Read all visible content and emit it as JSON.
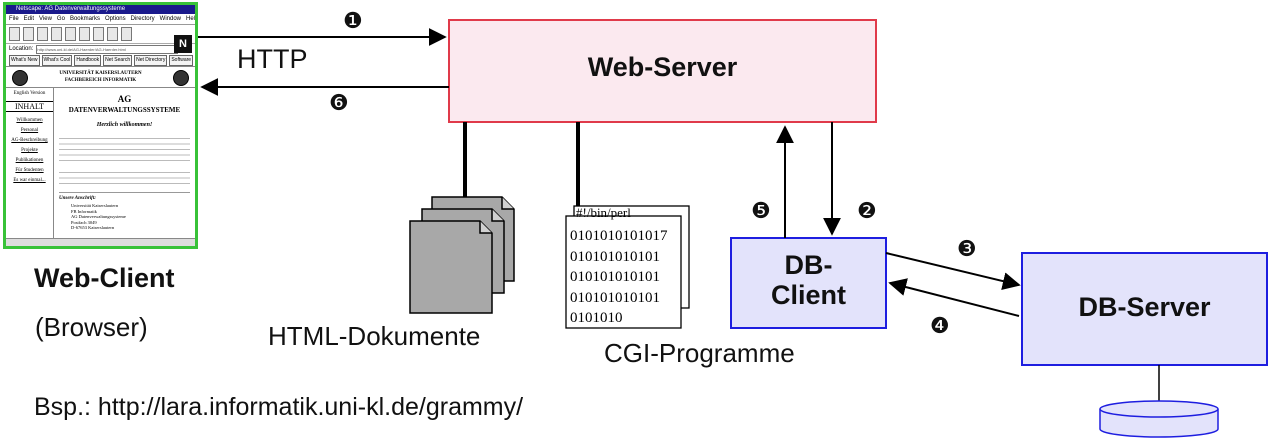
{
  "browser": {
    "window_title": "Netscape: AG Datenverwaltungssysteme",
    "menu": [
      "File",
      "Edit",
      "View",
      "Go",
      "Bookmarks",
      "Options",
      "Directory",
      "Window",
      "Help"
    ],
    "location_label": "Location:",
    "location_url": "http://www.uni-kl.de/AG-Haerder/AG-Haerder.html",
    "directory_buttons": [
      "What's New",
      "What's Cool",
      "Handbook",
      "Net Search",
      "Net Directory",
      "Software"
    ],
    "banner_line1": "UNIVERSITÄT KAISERSLAUTERN",
    "banner_line2": "FACHBEREICH INFORMATIK",
    "sidebar": {
      "top": "English Version",
      "heading": "INHALT",
      "items": [
        "Willkommen",
        "Personal",
        "AG-Beschreibung",
        "Projekte",
        "Publikationen",
        "Für Studenten",
        "Es war einmal..."
      ]
    },
    "page_heading_line1": "AG",
    "page_heading_line2": "DATENVERWALTUNGSSYSTEME",
    "greeting": "Herzlich willkommen!",
    "address_title": "Unsere Anschrift:",
    "address": [
      "Universität Kaiserslautern",
      "FB Informatik",
      "AG Datenverwaltungssysteme",
      "Postfach 3049",
      "D-67653 Kaiserslautern"
    ]
  },
  "labels": {
    "web_client": "Web-Client",
    "browser": "(Browser)",
    "web_server": "Web-Server",
    "http": "HTTP",
    "html_docs": "HTML-Dokumente",
    "cgi": "CGI-Programme",
    "db_client_line1": "DB-",
    "db_client_line2": "Client",
    "db_server": "DB-Server",
    "example": "Bsp.: http://lara.informatik.uni-kl.de/grammy/"
  },
  "step_markers": [
    "❶",
    "❷",
    "❸",
    "❹",
    "❺",
    "❻"
  ],
  "cgi_code": {
    "shebang": "#!/bin/perl",
    "binary_lines": [
      "0101010101017",
      "010101010101",
      "010101010101",
      "010101010101",
      "0101010"
    ]
  },
  "colors": {
    "web_server_fill": "#fbe9ef",
    "web_server_border": "#e03a4a",
    "db_fill": "#e3e3fb",
    "db_border": "#1e1ee0",
    "browser_border": "#38c238",
    "docs_fill": "#a8a8a8"
  }
}
